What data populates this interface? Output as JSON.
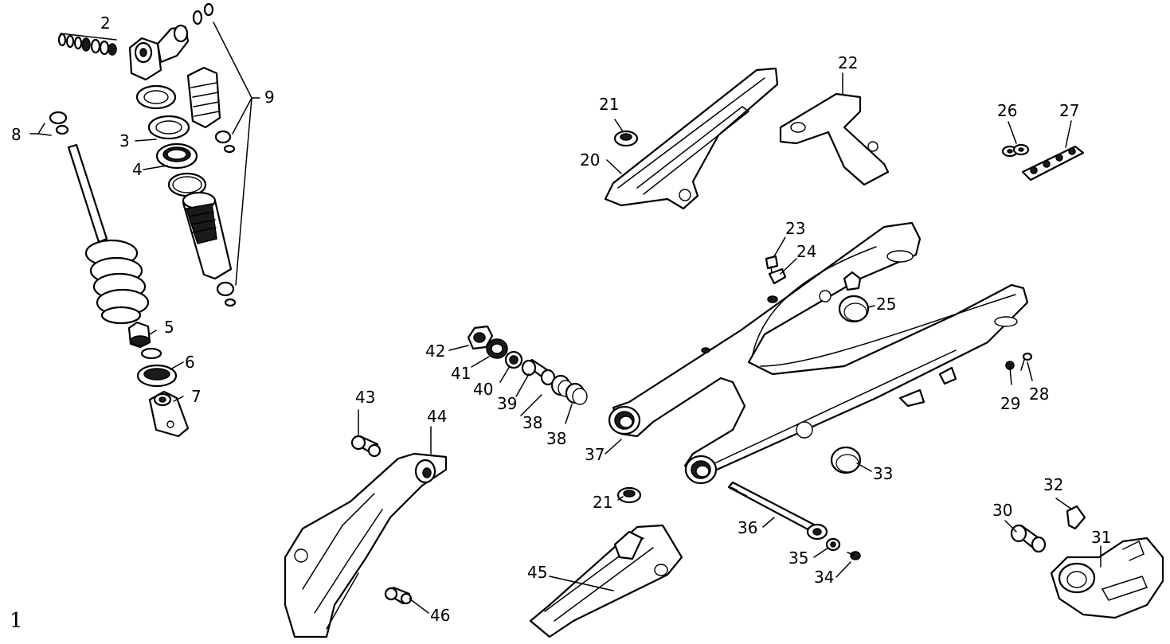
{
  "page_number": "1",
  "callouts": [
    {
      "id": "c1",
      "text": "2"
    },
    {
      "id": "c2",
      "text": "3"
    },
    {
      "id": "c3",
      "text": "4"
    },
    {
      "id": "c4",
      "text": "5"
    },
    {
      "id": "c5",
      "text": "6"
    },
    {
      "id": "c6",
      "text": "7"
    },
    {
      "id": "c7",
      "text": "8"
    },
    {
      "id": "c8",
      "text": "9"
    },
    {
      "id": "c9",
      "text": "20"
    },
    {
      "id": "c10",
      "text": "21"
    },
    {
      "id": "c11",
      "text": "21"
    },
    {
      "id": "c12",
      "text": "22"
    },
    {
      "id": "c13",
      "text": "23"
    },
    {
      "id": "c14",
      "text": "24"
    },
    {
      "id": "c15",
      "text": "25"
    },
    {
      "id": "c16",
      "text": "26"
    },
    {
      "id": "c17",
      "text": "27"
    },
    {
      "id": "c18",
      "text": "28"
    },
    {
      "id": "c19",
      "text": "29"
    },
    {
      "id": "c20",
      "text": "30"
    },
    {
      "id": "c21",
      "text": "31"
    },
    {
      "id": "c22",
      "text": "32"
    },
    {
      "id": "c23",
      "text": "33"
    },
    {
      "id": "c24",
      "text": "34"
    },
    {
      "id": "c25",
      "text": "35"
    },
    {
      "id": "c26",
      "text": "36"
    },
    {
      "id": "c27",
      "text": "37"
    },
    {
      "id": "c28",
      "text": "38"
    },
    {
      "id": "c29",
      "text": "38"
    },
    {
      "id": "c30",
      "text": "39"
    },
    {
      "id": "c31",
      "text": "40"
    },
    {
      "id": "c32",
      "text": "41"
    },
    {
      "id": "c33",
      "text": "42"
    },
    {
      "id": "c34",
      "text": "43"
    },
    {
      "id": "c35",
      "text": "44"
    },
    {
      "id": "c36",
      "text": "45"
    },
    {
      "id": "c37",
      "text": "46"
    }
  ]
}
